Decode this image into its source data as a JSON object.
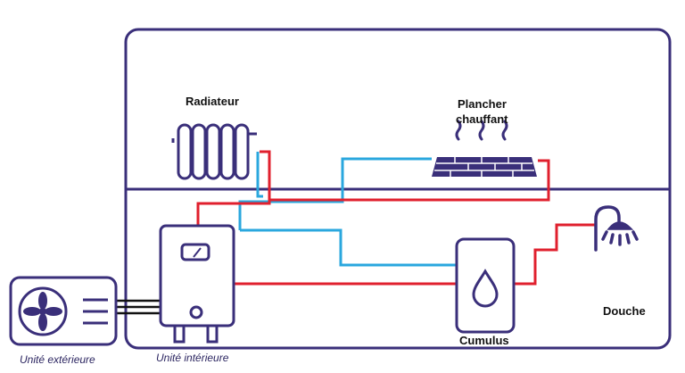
{
  "labels": {
    "radiator": "Radiateur",
    "floor_heating_line1": "Plancher",
    "floor_heating_line2": "chauffant",
    "shower": "Douche",
    "water_heater": "Cumulus",
    "outdoor_unit": "Unité extérieure",
    "indoor_unit": "Unité intérieure"
  },
  "colors": {
    "outline": "#3a2f7a",
    "hot_pipe": "#e0202e",
    "cold_pipe": "#2aa7de",
    "text": "#111111",
    "caption": "#2b2560"
  },
  "icons": {
    "outdoor_unit": "fan-icon",
    "indoor_unit": "boiler-icon",
    "radiator": "radiator-icon",
    "floor_heating": "floor-heating-icon",
    "water_heater": "water-drop-icon",
    "shower": "shower-icon"
  }
}
